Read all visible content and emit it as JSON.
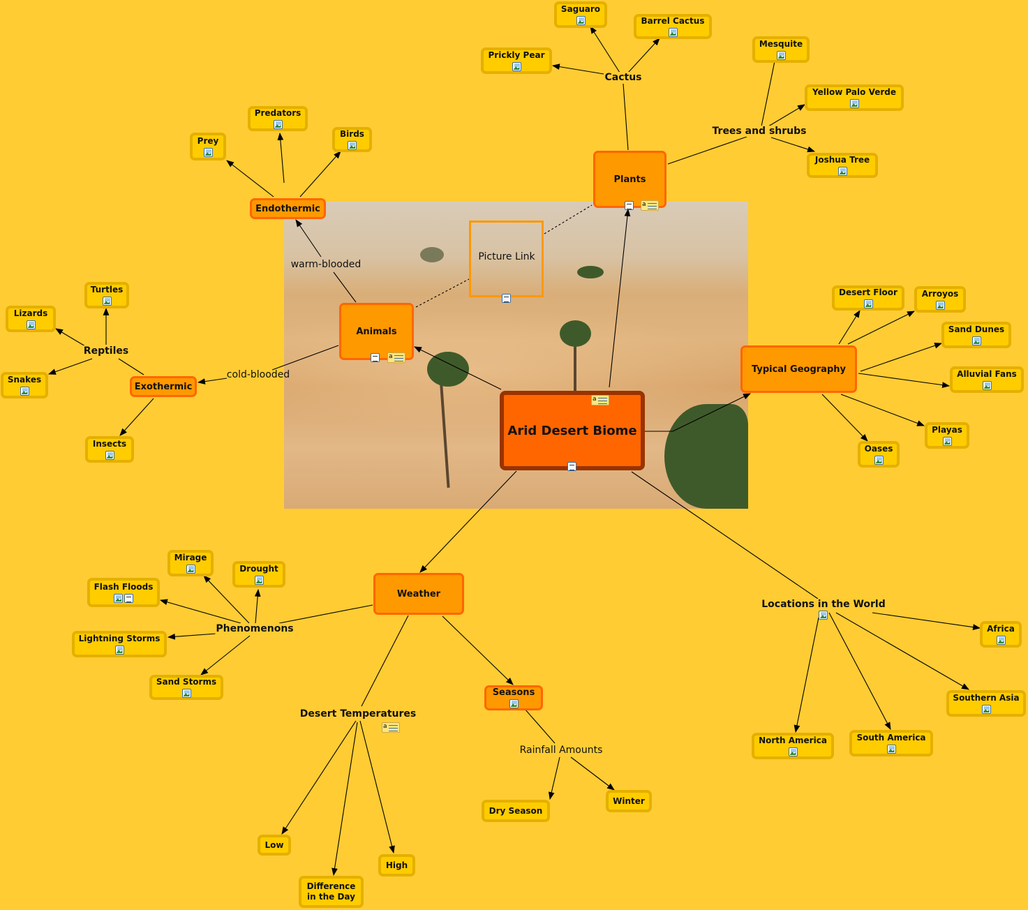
{
  "center": "Arid Desert Biome",
  "concepts": {
    "plants": "Plants",
    "animals": "Animals",
    "weather": "Weather",
    "typical_geography": "Typical Geography",
    "endothermic": "Endothermic",
    "exothermic": "Exothermic",
    "seasons": "Seasons",
    "saguaro": "Saguaro",
    "barrel_cactus": "Barrel Cactus",
    "prickly_pear": "Prickly Pear",
    "mesquite": "Mesquite",
    "yellow_palo_verde": "Yellow Palo Verde",
    "joshua_tree": "Joshua Tree",
    "predators": "Predators",
    "prey": "Prey",
    "birds": "Birds",
    "turtles": "Turtles",
    "lizards": "Lizards",
    "snakes": "Snakes",
    "insects": "Insects",
    "desert_floor": "Desert Floor",
    "arroyos": "Arroyos",
    "sand_dunes": "Sand Dunes",
    "alluvial_fans": "Alluvial Fans",
    "playas": "Playas",
    "oases": "Oases",
    "mirage": "Mirage",
    "drought": "Drought",
    "flash_floods": "Flash Floods",
    "lightning_storms": "Lightning Storms",
    "sand_storms": "Sand Storms",
    "africa": "Africa",
    "southern_asia": "Southern Asia",
    "north_america": "North America",
    "south_america": "South America",
    "dry_season": "Dry Season",
    "winter": "Winter",
    "low": "Low",
    "high": "High",
    "difference_in_the_day": "Difference\nin the Day"
  },
  "linking_phrases": {
    "cactus": "Cactus",
    "trees_and_shrubs": "Trees and shrubs",
    "warm_blooded": "warm-blooded",
    "reptiles": "Reptiles",
    "cold_blooded": "cold-blooded",
    "picture_link": "Picture Link",
    "phenomenons": "Phenomenons",
    "desert_temperatures": "Desert Temperatures",
    "rainfall_amounts": "Rainfall Amounts",
    "locations_in_the_world": "Locations in the World"
  },
  "icon_note_letter": "a",
  "colors": {
    "background": "#FFCC33",
    "concept": "#FFCC00",
    "category": "#FF9900",
    "center": "#FF6600"
  }
}
